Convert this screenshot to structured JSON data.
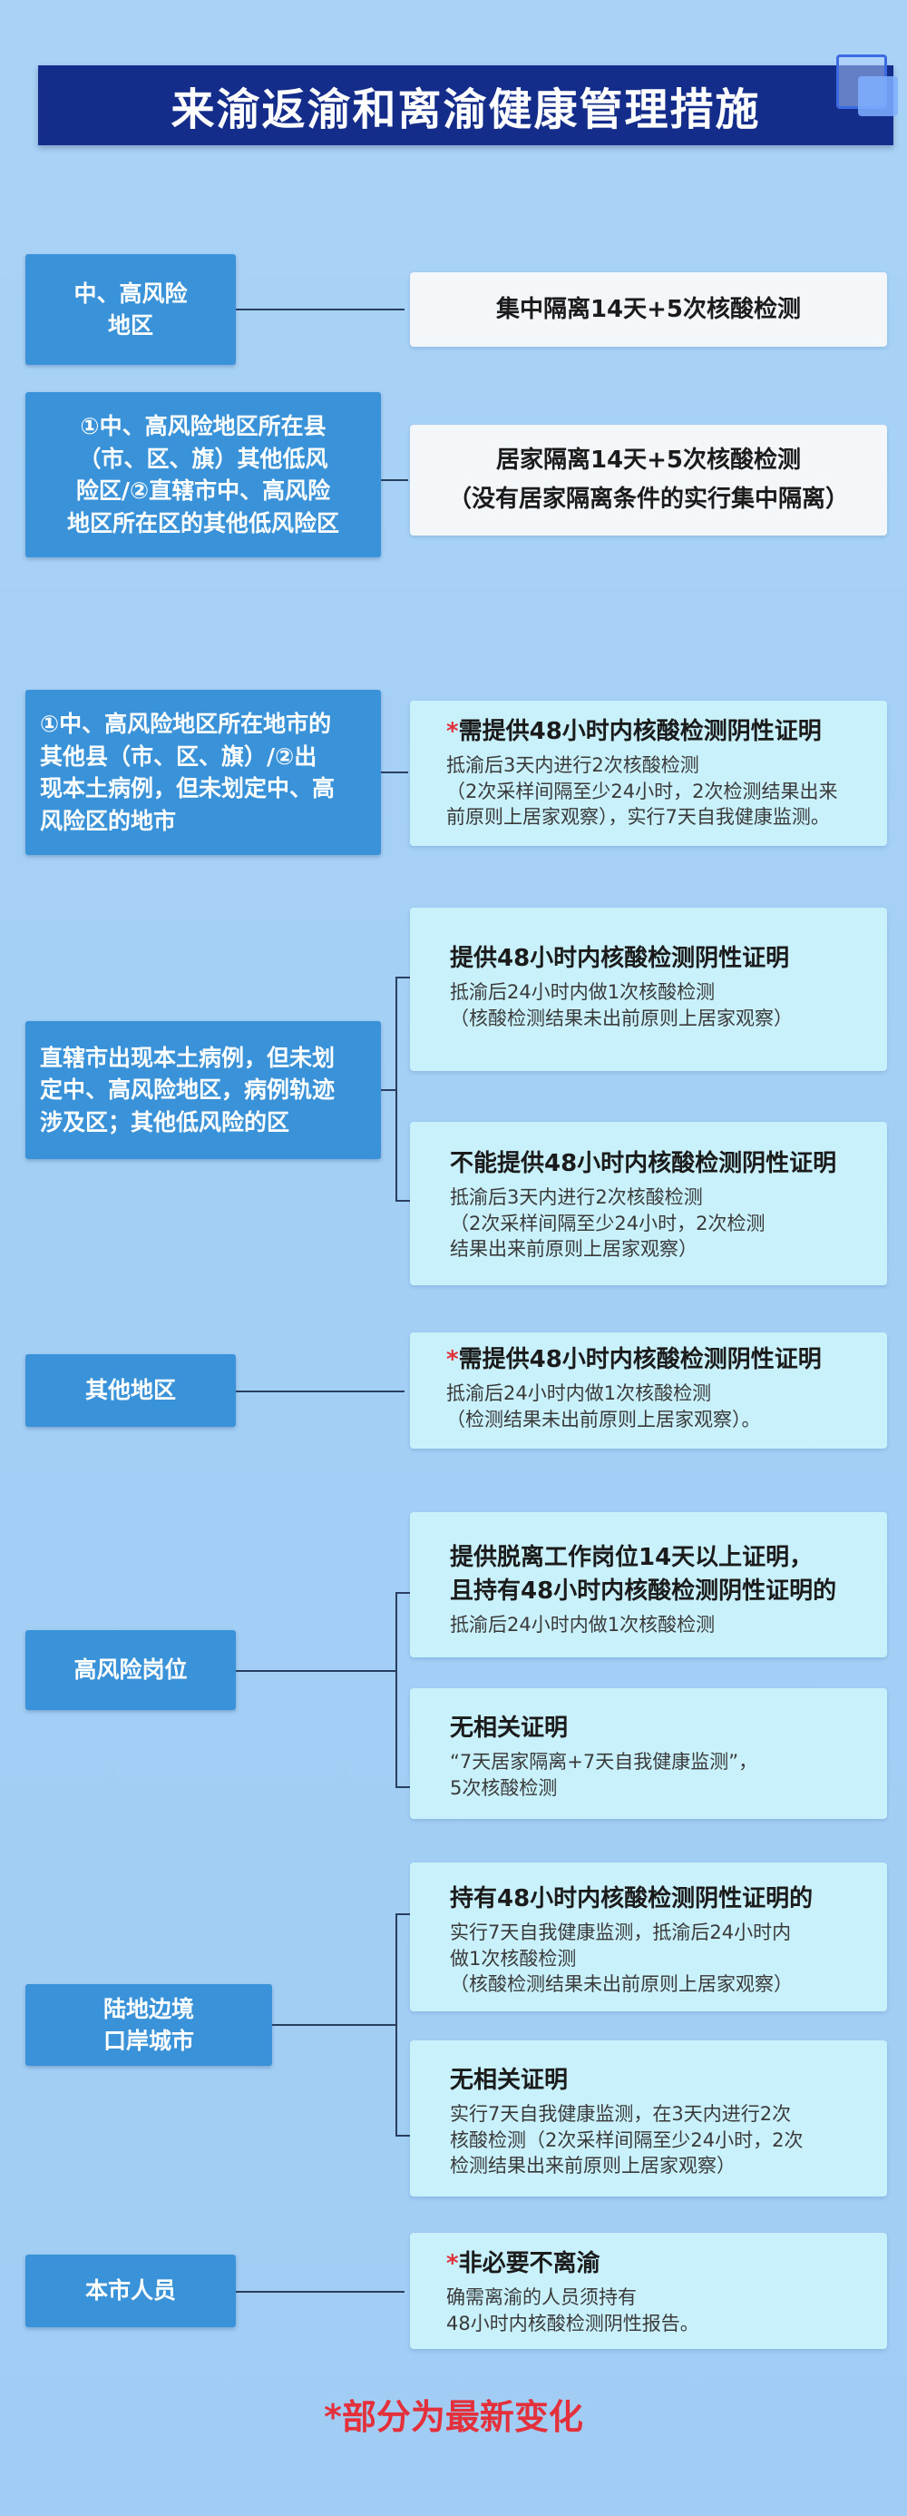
{
  "title": "来渝返渝和离渝健康管理措施",
  "colors": {
    "title_bg": "#152d8a",
    "label_bg": "#3a93d8",
    "card_bg": "#c9f1fb",
    "star_red": "#e0303a"
  },
  "rows": [
    {
      "label": "中、高风险\n地区",
      "result": "集中隔离14天+5次核酸检测"
    },
    {
      "label": "①中、高风险地区所在县\n（市、区、旗）其他低风\n险区/②直辖市中、高风险\n地区所在区的其他低风险区",
      "result_line1": "居家隔离14天+5次核酸检测",
      "result_line2": "（没有居家隔离条件的实行集中隔离）"
    },
    {
      "label": "①中、高风险地区所在地市的\n其他县（市、区、旗）/②出\n现本土病例，但未划定中、高\n风险区的地市",
      "star": "*",
      "heading": "需提供48小时内核酸检测阴性证明",
      "body": "抵渝后3天内进行2次核酸检测\n（2次采样间隔至少24小时，2次检测结果出来\n前原则上居家观察），实行7天自我健康监测。"
    },
    {
      "label": "直辖市出现本土病例，但未划\n定中、高风险地区，病例轨迹\n涉及区；其他低风险的区",
      "a_heading": "提供48小时内核酸检测阴性证明",
      "a_body": "抵渝后24小时内做1次核酸检测\n（核酸检测结果未出前原则上居家观察）",
      "b_heading": "不能提供48小时内核酸检测阴性证明",
      "b_body": "抵渝后3天内进行2次核酸检测\n（2次采样间隔至少24小时，2次检测\n结果出来前原则上居家观察）"
    },
    {
      "label": "其他地区",
      "star": "*",
      "heading": "需提供48小时内核酸检测阴性证明",
      "body": "抵渝后24小时内做1次核酸检测\n（检测结果未出前原则上居家观察）。"
    },
    {
      "label": "高风险岗位",
      "a_heading": "提供脱离工作岗位14天以上证明，\n且持有48小时内核酸检测阴性证明的",
      "a_body": "抵渝后24小时内做1次核酸检测",
      "b_heading": "无相关证明",
      "b_body": "“7天居家隔离+7天自我健康监测”，\n5次核酸检测"
    },
    {
      "label": "陆地边境\n口岸城市",
      "a_heading": "持有48小时内核酸检测阴性证明的",
      "a_body": "实行7天自我健康监测，抵渝后24小时内\n做1次核酸检测\n（核酸检测结果未出前原则上居家观察）",
      "b_heading": "无相关证明",
      "b_body": "实行7天自我健康监测，在3天内进行2次\n核酸检测（2次采样间隔至少24小时，2次\n检测结果出来前原则上居家观察）"
    },
    {
      "label": "本市人员",
      "star": "*",
      "heading": "非必要不离渝",
      "body": "确需离渝的人员须持有\n48小时内核酸检测阴性报告。"
    }
  ],
  "footer": "*部分为最新变化"
}
